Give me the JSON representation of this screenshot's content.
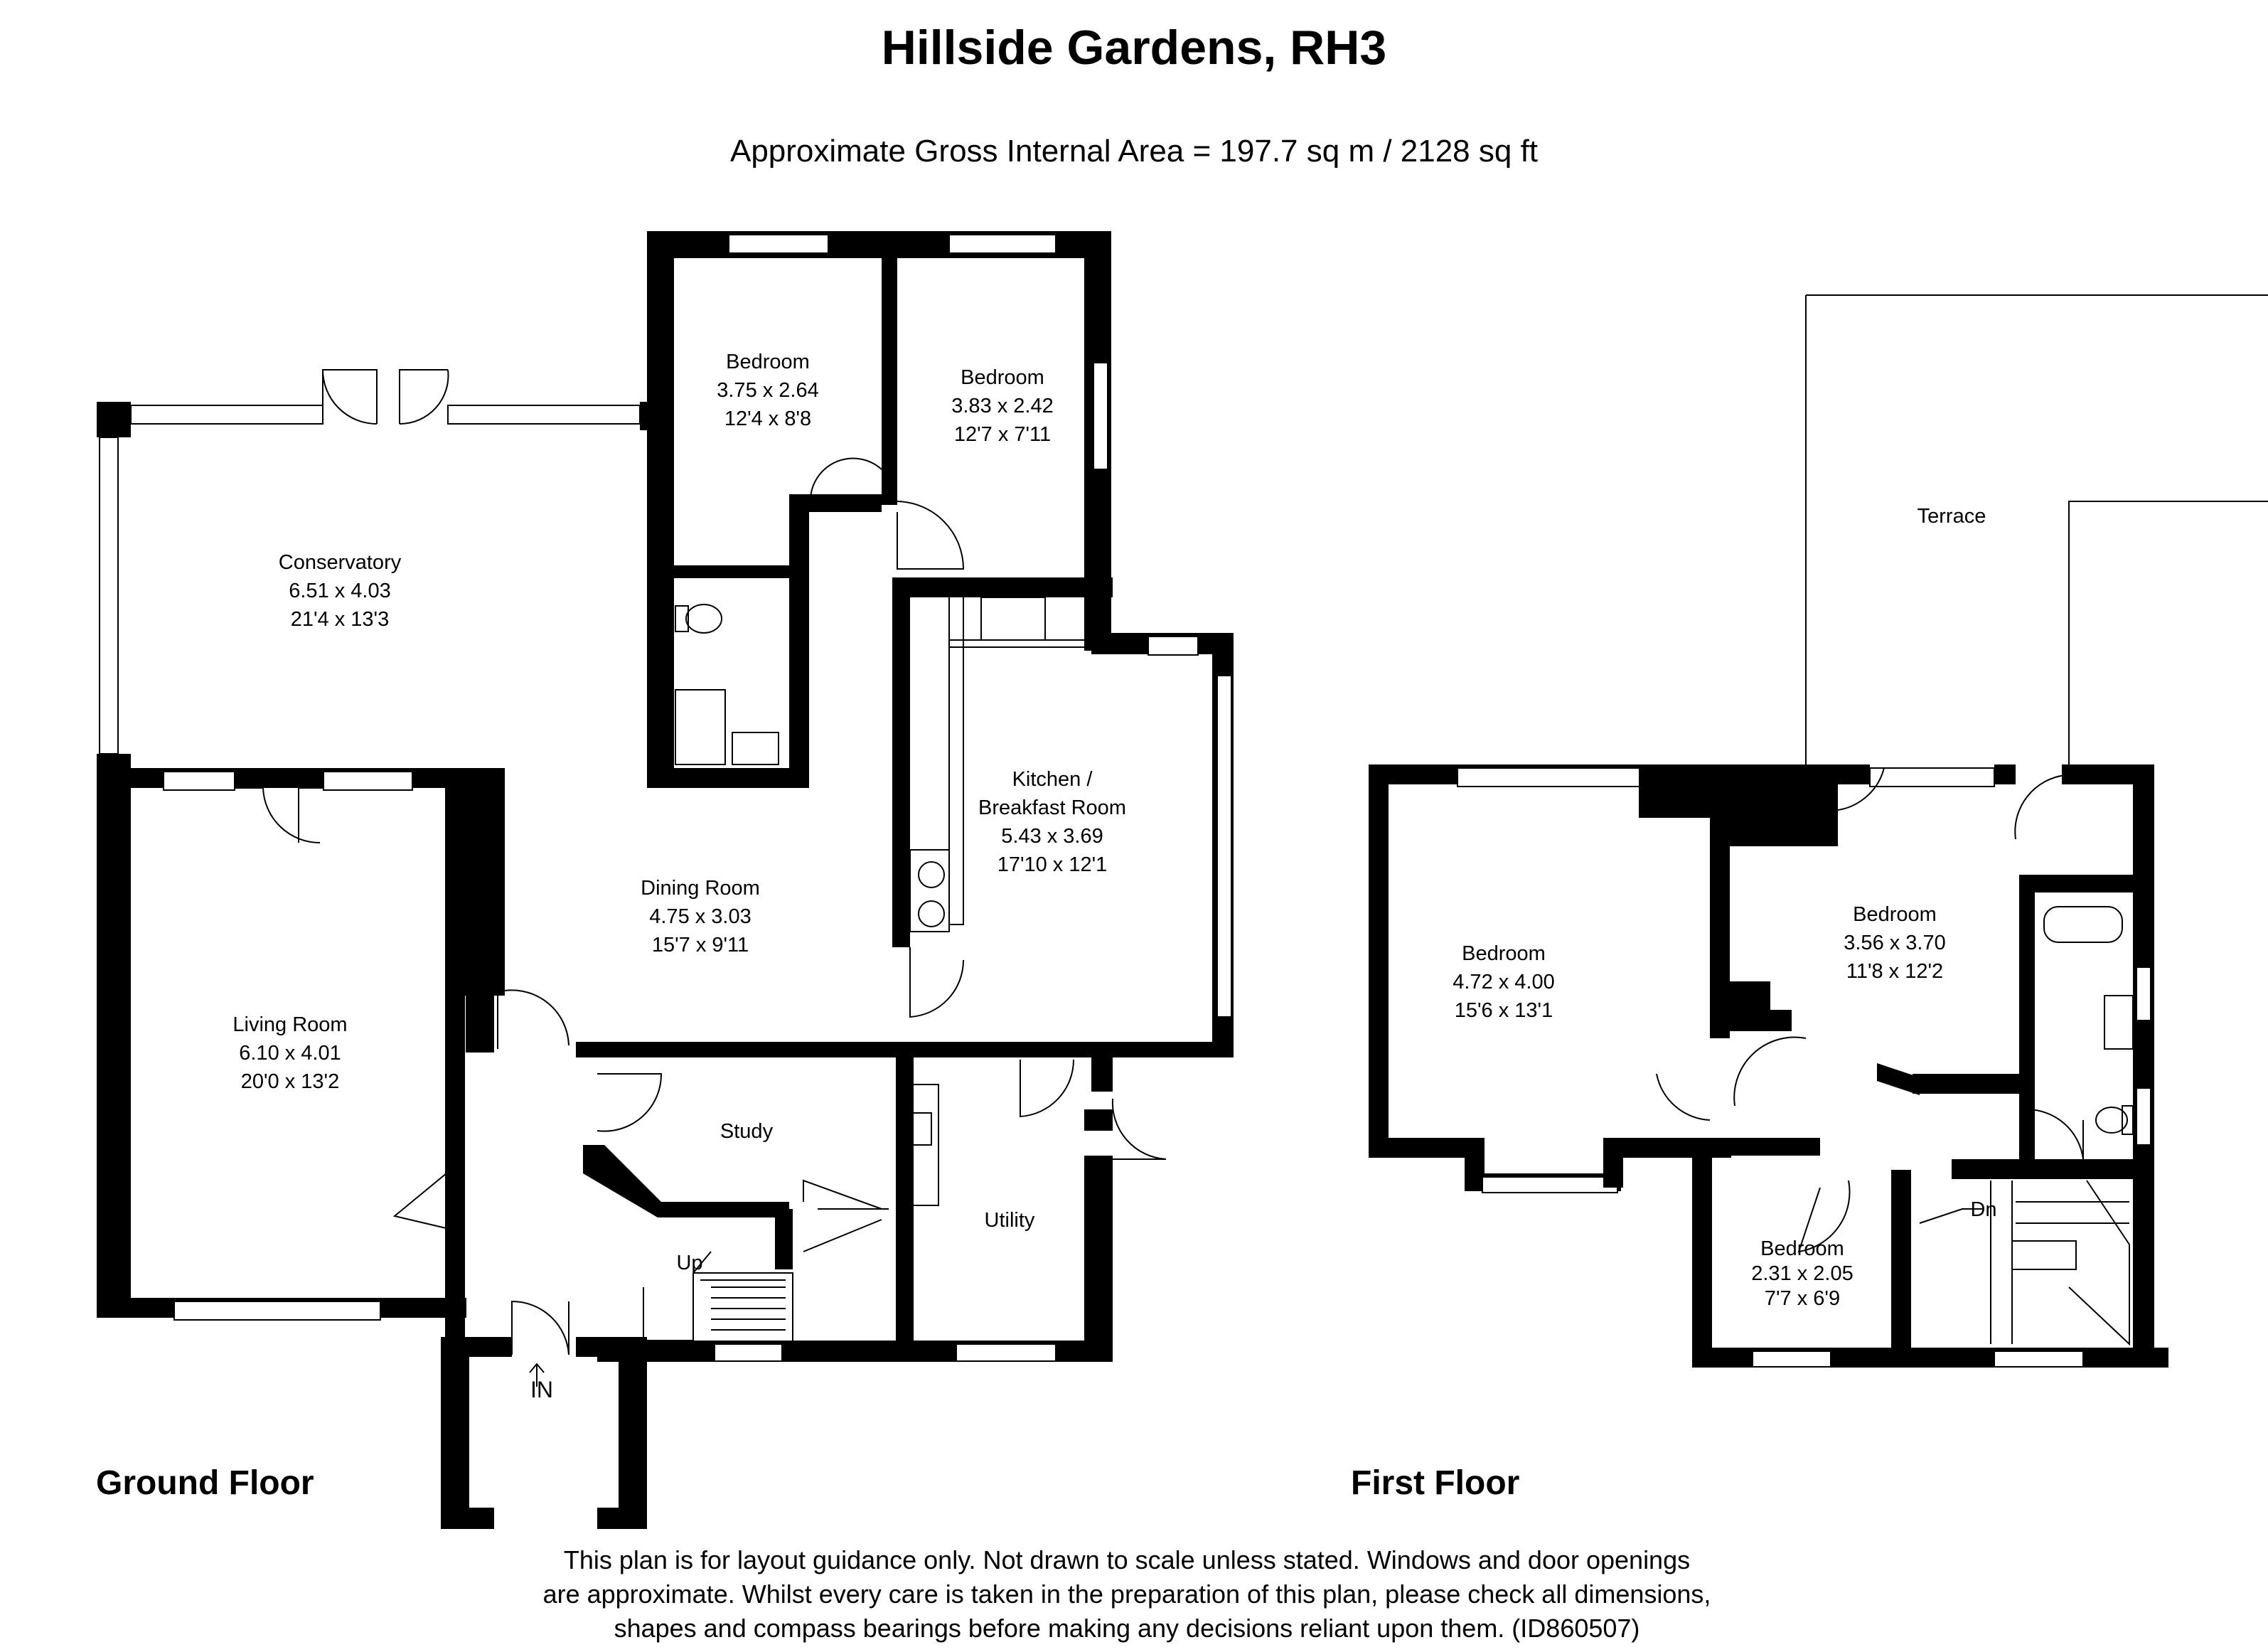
{
  "header": {
    "title": "Hillside Gardens, RH3",
    "subtitle": "Approximate Gross Internal Area = 197.7 sq m / 2128 sq ft"
  },
  "ground_floor": {
    "label": "Ground Floor",
    "rooms": {
      "conservatory": {
        "name": "Conservatory",
        "metric": "6.51 x 4.03",
        "imperial": "21'4 x 13'3"
      },
      "bedroom_1": {
        "name": "Bedroom",
        "metric": "3.75 x 2.64",
        "imperial": "12'4 x 8'8"
      },
      "bedroom_2": {
        "name": "Bedroom",
        "metric": "3.83 x 2.42",
        "imperial": "12'7 x 7'11"
      },
      "kitchen": {
        "name_line1": "Kitchen /",
        "name_line2": "Breakfast Room",
        "metric": "5.43 x 3.69",
        "imperial": "17'10 x 12'1"
      },
      "dining": {
        "name": "Dining Room",
        "metric": "4.75 x 3.03",
        "imperial": "15'7 x 9'11"
      },
      "living": {
        "name": "Living Room",
        "metric": "6.10 x 4.01",
        "imperial": "20'0 x 13'2"
      },
      "study": {
        "name": "Study"
      },
      "utility": {
        "name": "Utility"
      }
    },
    "stairs_label": "Up",
    "entrance_label": "IN"
  },
  "first_floor": {
    "label": "First Floor",
    "rooms": {
      "terrace": {
        "name": "Terrace"
      },
      "bedroom_a": {
        "name": "Bedroom",
        "metric": "4.72 x 4.00",
        "imperial": "15'6 x 13'1"
      },
      "bedroom_b": {
        "name": "Bedroom",
        "metric": "3.56 x 3.70",
        "imperial": "11'8 x 12'2"
      },
      "bedroom_c": {
        "name": "Bedroom",
        "metric": "2.31 x 2.05",
        "imperial": "7'7 x 6'9"
      }
    },
    "stairs_label": "Dn"
  },
  "disclaimer": {
    "line1": "This plan is for layout guidance only. Not drawn to scale unless stated. Windows and door openings",
    "line2": "are approximate. Whilst every care is taken in the preparation of this plan, please check all dimensions,",
    "line3": "shapes and compass bearings before making any decisions reliant upon them. (ID860507)"
  }
}
